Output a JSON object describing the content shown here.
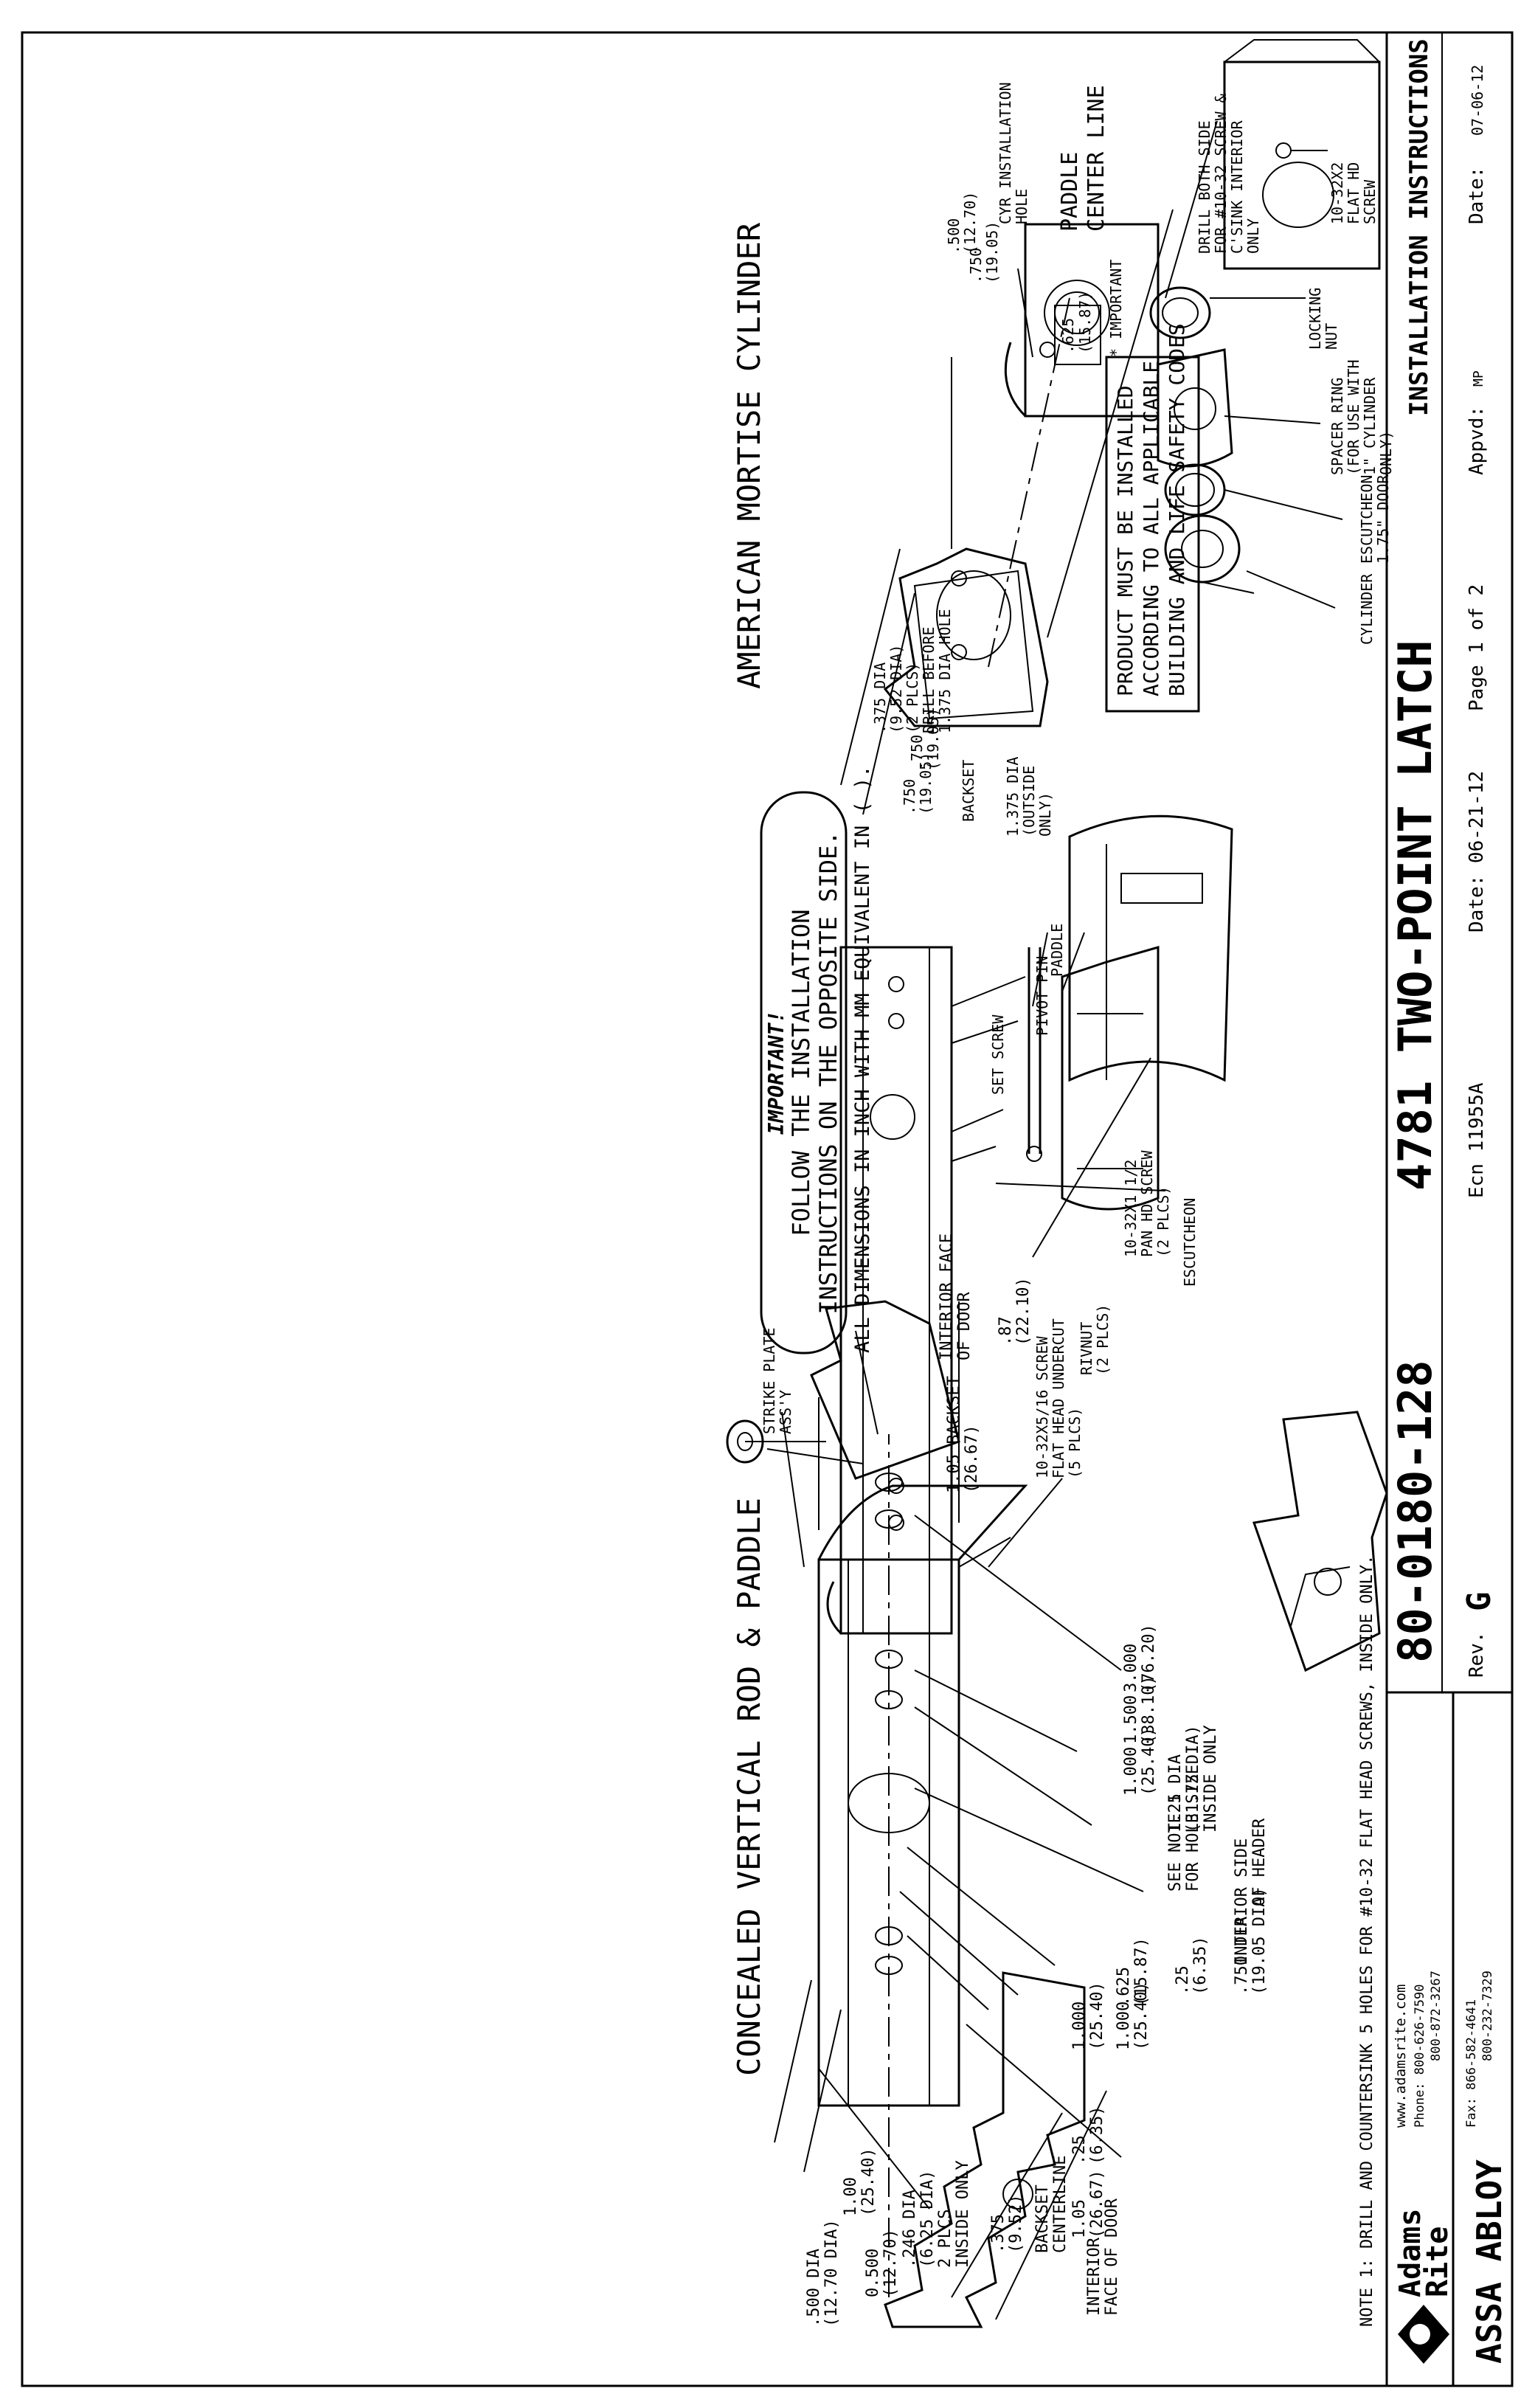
{
  "titles": {
    "concealed": "CONCEALED VERTICAL ROD & PADDLE",
    "mortise": "AMERICAN MORTISE CYLINDER"
  },
  "important": {
    "heading": "IMPORTANT!",
    "line1": "FOLLOW THE INSTALLATION",
    "line2": "INSTRUCTIONS ON THE OPPOSITE SIDE."
  },
  "dimensions_note": "ALL DIMENSIONS IN INCH WITH MM EQUIVALENT IN ( ).",
  "note1": "NOTE 1: DRILL AND COUNTERSINK 5 HOLES FOR #10-32 FLAT HEAD SCREWS, INSIDE ONLY.",
  "compliance": {
    "line1": "PRODUCT MUST BE INSTALLED",
    "line2": "ACCORDING TO ALL APPLICABLE",
    "line3": "BUILDING AND LIFE SAFETY CODES"
  },
  "title_block": {
    "brand1": "Adams",
    "brand2": "Rite",
    "parent": "ASSA ABLOY",
    "website": "www.adamsrite.com",
    "phone1": "Phone: 800-626-7590",
    "phone2": "800-872-3267",
    "fax1": "Fax: 866-582-4641",
    "fax2": "800-232-7329",
    "doc_number": "80-0180-128",
    "product": "4781 TWO-POINT LATCH",
    "doc_type": "INSTALLATION INSTRUCTIONS",
    "rev_label": "Rev.",
    "rev": "G",
    "ecn": "Ecn 11955A",
    "date1": "Date: 06-21-12",
    "page": "Page 1 of 2",
    "appvd_label": "Appvd:",
    "appvd": "MP",
    "date2_label": "Date:",
    "date2": "07-06-12"
  },
  "concealed_labels": {
    "interior_face": "INTERIOR",
    "interior_face2": "FACE OF DOOR",
    "backset_cl": "BACKSET",
    "backset_cl2": "CENTERLINE",
    "d105": "1.05",
    "d105mm": "(26.67)",
    "d750": ".750 DIA",
    "d750mm": "(19.05 DIA)",
    "int_side": "INTERIOR SIDE",
    "int_side2": "OF HEADER",
    "d25a": ".25",
    "d25amm": "(6.35)",
    "d25b": ".25",
    "d25bmm": "(6.35)",
    "d625": ".625",
    "d625mm": "(15.87)",
    "d1000a": "1.000",
    "d1000amm": "(25.40)",
    "d1000b": "1.000",
    "d1000bmm": "(25.40)",
    "d375": ".375",
    "d375mm": "(9.52)",
    "d246": ".246 DIA",
    "d246mm": "(6.25 DIA)",
    "d246b": "2 PLCS",
    "d246c": "INSIDE ONLY",
    "d0500": "0.500",
    "d0500mm": "(12.70)",
    "d100": "1.00",
    "d100mm": "(25.40)",
    "d500dia": ".500 DIA",
    "d500diamm": "(12.70 DIA)",
    "see_note": "SEE NOTE 1",
    "see_note2": "FOR HOLE SIZE",
    "d1000c": "1.000",
    "d1000cmm": "(25.40)",
    "d1500": "1.500",
    "d1500mm": "(38.10)",
    "d3000": "3.000",
    "d3000mm": "(76.20)",
    "d125": "1.25 DIA",
    "d125mm": "(31.75 DIA)",
    "d125b": "INSIDE ONLY",
    "backset105": "1.05 BACKSET",
    "backset105mm": "(26.67)",
    "d87": ".87",
    "d87mm": "(22.10)",
    "int_face_door": "INTERIOR FACE",
    "int_face_door2": "OF DOOR"
  },
  "exploded_labels": {
    "strike": "STRIKE PLATE",
    "strike2": "ASS'Y",
    "screw": "10-32X5/16 SCREW",
    "screw2": "FLAT HEAD UNDERCUT",
    "screw3": "(5 PLCS)",
    "rivnut": "RIVNUT",
    "rivnut2": "(2 PLCS)",
    "escutcheon": "ESCUTCHEON",
    "pan": "10-32X1 1/2",
    "pan2": "PAN HD SCREW",
    "pan3": "(2 PLCS)",
    "paddle": "PADDLE",
    "pivot": "PIVOT PIN",
    "set": "SET SCREW"
  },
  "mortise_labels": {
    "backset": "BACKSET",
    "d1375": "1.375 DIA",
    "d1375b": "(OUTSIDE",
    "d1375c": "ONLY)",
    "d750a": ".750",
    "d750amm": "(19.05)",
    "d750b": ".750",
    "d750bmm": "(19.05)",
    "d375": ".375 DIA",
    "d375mm": "(9.52 DIA)",
    "d375b": "(2 PLCS)",
    "d375c": "DRILL BEFORE",
    "d375d": "1.375 DIA HOLE",
    "important": "* IMPORTANT",
    "d625": ".625",
    "d625mm": "(15.87)",
    "drill": "DRILL BOTH SIDE",
    "drill2": "FOR #10-32 SCREW &",
    "drill3": "C'SINK INTERIOR",
    "drill4": "ONLY",
    "d750c": ".750",
    "d750cmm": "(19.05)",
    "d500": ".500",
    "d500mm": "(12.70)",
    "cyr": "CYR INSTALLATION",
    "cyr2": "HOLE",
    "paddle_cl": "PADDLE",
    "paddle_cl2": "CENTER LINE",
    "cylinder": "CYLINDER",
    "esc": "ESCUTCHEON",
    "esc2": "1.75\" DOOR",
    "spacer": "SPACER RING",
    "spacer2": "(FOR USE WITH",
    "spacer3": "1\" CYLINDER",
    "spacer4": "ONLY)",
    "locking": "LOCKING",
    "locking2": "NUT",
    "flathd": "10-32X2",
    "flathd2": "FLAT HD",
    "flathd3": "SCREW"
  }
}
